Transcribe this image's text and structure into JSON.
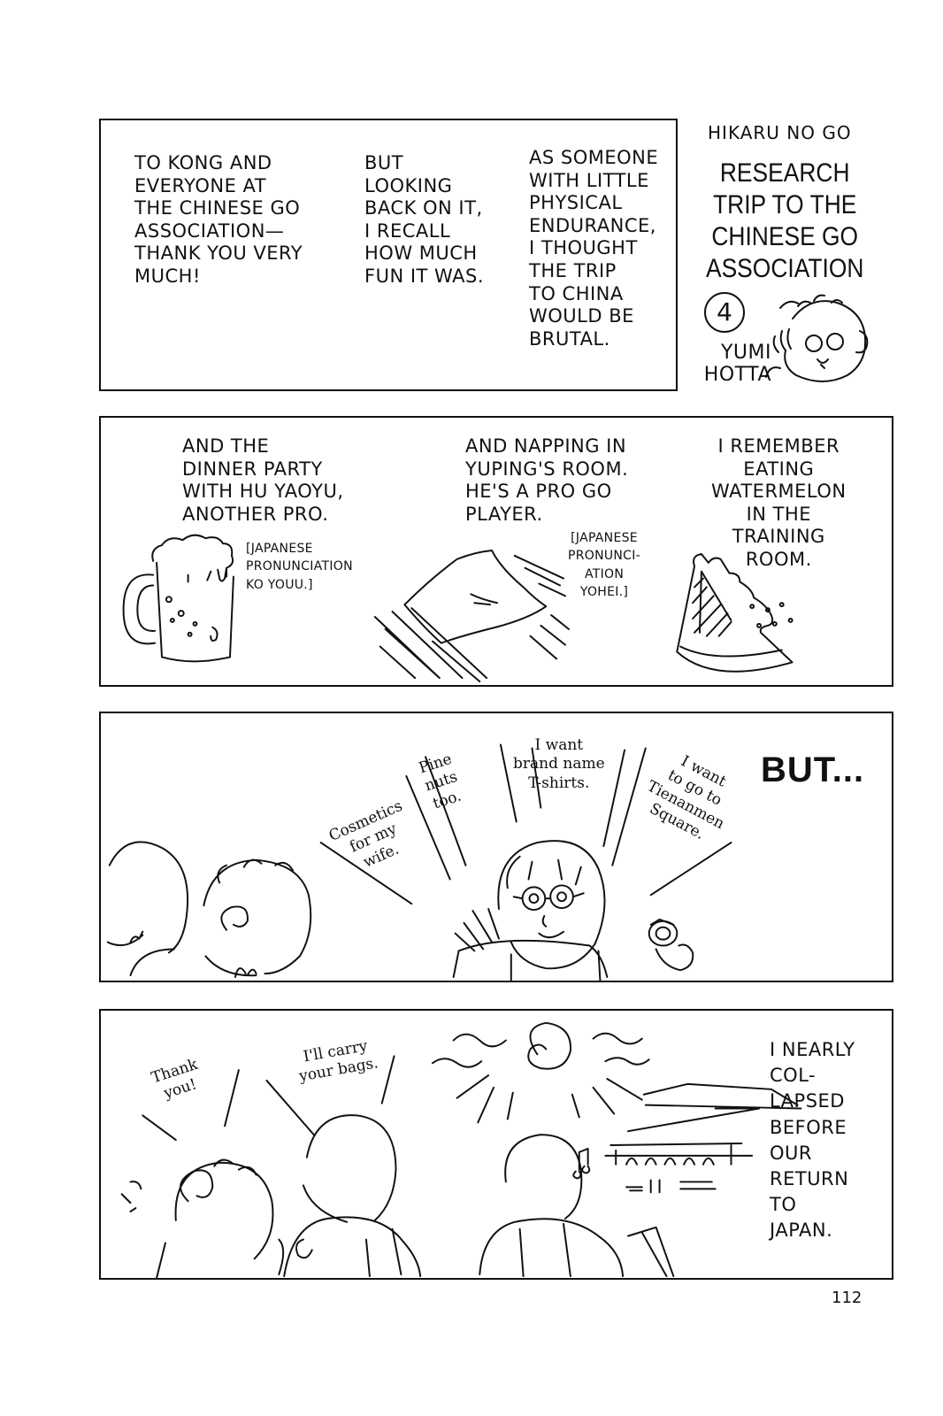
{
  "header": {
    "series": "HIKARU NO GO",
    "title": "RESEARCH\nTRIP TO THE\nCHINESE GO\nASSOCIATION",
    "chapter_number": "4",
    "author": "YUMI\nHOTTA"
  },
  "panel1": {
    "col1": "TO KONG AND\nEVERYONE AT\nTHE CHINESE GO\nASSOCIATION—\nTHANK YOU VERY\nMUCH!",
    "col2": "BUT\nLOOKING\nBACK ON IT,\nI RECALL\nHOW MUCH\nFUN IT WAS.",
    "col3": "AS SOMEONE\nWITH LITTLE\nPHYSICAL\nENDURANCE,\nI THOUGHT\nTHE TRIP\nTO CHINA\nWOULD BE\nBRUTAL."
  },
  "panel2": {
    "dinner": "AND THE\nDINNER PARTY\nWITH HU YAOYU,\nANOTHER PRO.",
    "dinner_note": "[JAPANESE\nPRONUNCIATION\nKO YOUU.]",
    "napping": "AND NAPPING IN\nYUPING'S ROOM.\nHE'S A PRO GO\nPLAYER.",
    "napping_note": "[JAPANESE\nPRONUNCI-\nATION\nYOHEI.]",
    "watermelon": "I REMEMBER\nEATING\nWATERMELON\nIN THE\nTRAINING\nROOM."
  },
  "panel3": {
    "cosmetics": "Cosmetics\nfor my\nwife.",
    "pine_nuts": "Pine\nnuts\ntoo.",
    "tshirts": "I want\nbrand name\nT-shirts.",
    "tienanmen": "I want\nto go to\nTienanmen\nSquare.",
    "but": "BUT..."
  },
  "panel4": {
    "thank_you": "Thank\nyou!",
    "carry_bags": "I'll carry\nyour bags.",
    "collapsed": "I NEARLY\nCOL-\nLAPSED\nBEFORE\nOUR\nRETURN\nTO\nJAPAN."
  },
  "page_number": "112"
}
